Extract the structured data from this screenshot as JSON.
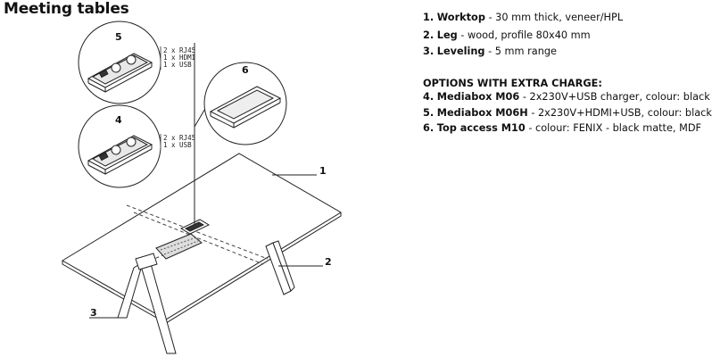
{
  "page": {
    "title": "Meeting tables"
  },
  "specs": [
    {
      "num": "1.",
      "name": "Worktop",
      "desc": " - 30 mm thick, veneer/HPL"
    },
    {
      "num": "2.",
      "name": "Leg",
      "desc": " - wood, profile 80x40 mm"
    },
    {
      "num": "3.",
      "name": "Leveling",
      "desc": " - 5 mm range"
    }
  ],
  "options_heading": "OPTIONS WITH EXTRA CHARGE:",
  "options": [
    {
      "num": "4.",
      "name": "Mediabox M06",
      "desc": " - 2x230V+USB charger, colour: black"
    },
    {
      "num": "5.",
      "name": "Mediabox M06H",
      "desc": " - 2x230V+HDMI+USB, colour: black"
    },
    {
      "num": "6.",
      "name": "Top access M10",
      "desc": " - colour: FENIX - black matte, MDF"
    }
  ],
  "details": {
    "box5": {
      "num": "5",
      "ports": [
        "2 x RJ45",
        "1 x HDMI",
        "1 x USB"
      ]
    },
    "box4": {
      "num": "4",
      "ports": [
        "2 x RJ45",
        "1 x USB"
      ]
    },
    "box6": {
      "num": "6"
    }
  },
  "callouts": {
    "c1": "1",
    "c2": "2",
    "c3": "3"
  }
}
